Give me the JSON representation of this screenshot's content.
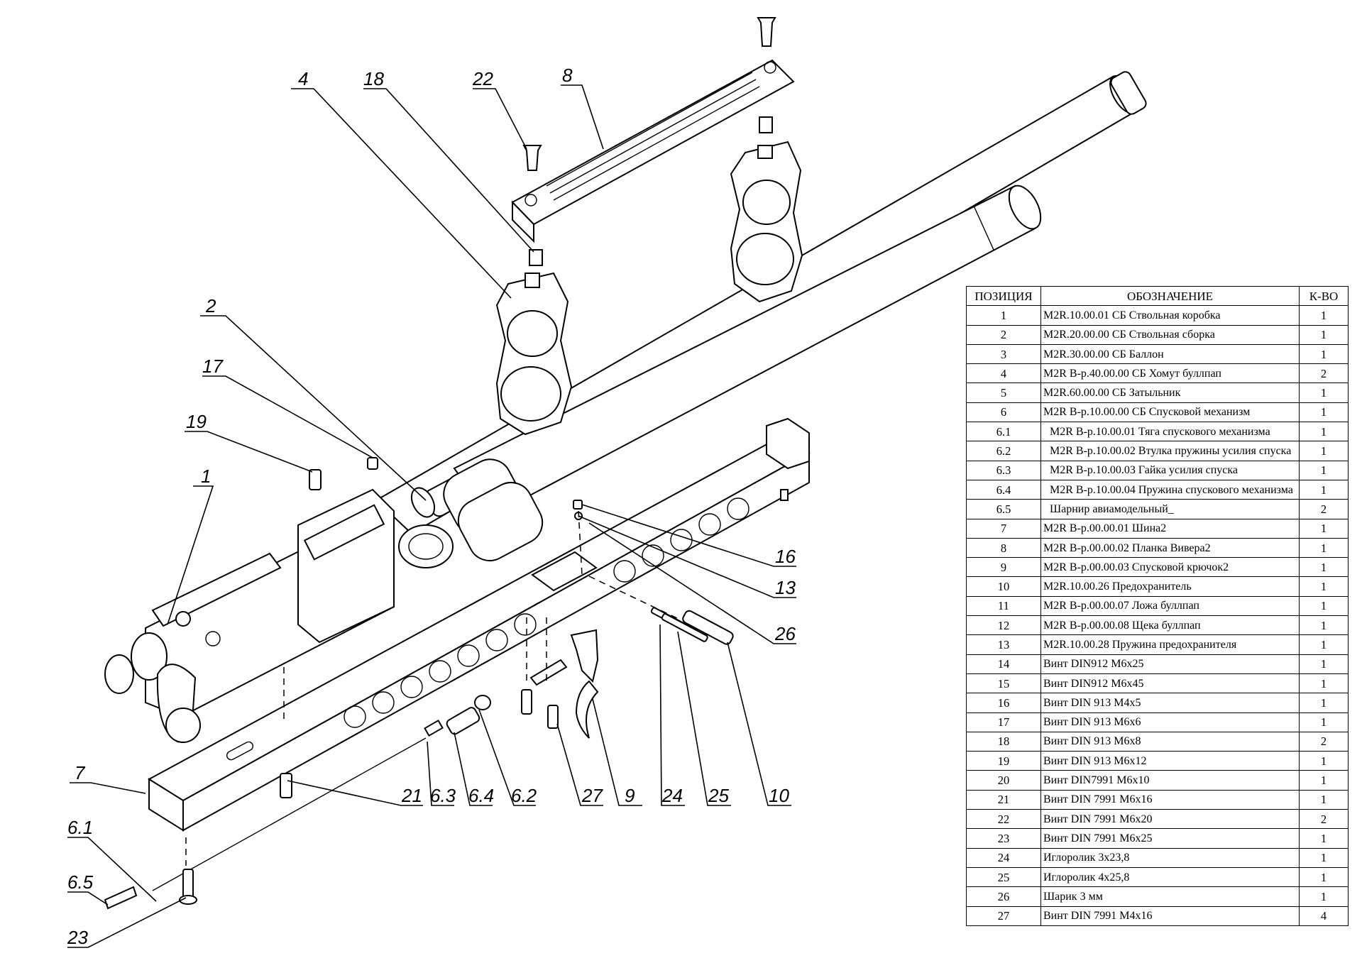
{
  "diagram": {
    "callouts": [
      "1",
      "2",
      "4",
      "6.1",
      "6.2",
      "6.3",
      "6.4",
      "6.5",
      "7",
      "8",
      "9",
      "10",
      "13",
      "16",
      "17",
      "18",
      "19",
      "21",
      "22",
      "23",
      "24",
      "25",
      "26",
      "27"
    ]
  },
  "table": {
    "headers": [
      "ПОЗИЦИЯ",
      "ОБОЗНАЧЕНИЕ",
      "К-ВО"
    ],
    "rows": [
      {
        "pos": "1",
        "name": "M2R.10.00.01 СБ Ствольная коробка",
        "qty": "1"
      },
      {
        "pos": "2",
        "name": "M2R.20.00.00 СБ Ствольная сборка",
        "qty": "1"
      },
      {
        "pos": "3",
        "name": "M2R.30.00.00 СБ Баллон",
        "qty": "1"
      },
      {
        "pos": "4",
        "name": "M2R В-р.40.00.00 СБ Хомут буллпап",
        "qty": "2"
      },
      {
        "pos": "5",
        "name": "M2R.60.00.00 СБ Затыльник",
        "qty": "1"
      },
      {
        "pos": "6",
        "name": "M2R В-р.10.00.00 СБ Спусковой механизм",
        "qty": "1"
      },
      {
        "pos": "6.1",
        "name": "M2R В-р.10.00.01 Тяга спускового механизма",
        "qty": "1"
      },
      {
        "pos": "6.2",
        "name": "M2R В-р.10.00.02 Втулка пружины усилия спуска",
        "qty": "1"
      },
      {
        "pos": "6.3",
        "name": "M2R В-р.10.00.03 Гайка усилия спуска",
        "qty": "1"
      },
      {
        "pos": "6.4",
        "name": "M2R В-р.10.00.04 Пружина спускового механизма",
        "qty": "1"
      },
      {
        "pos": "6.5",
        "name": "Шарнир авиамодельный_",
        "qty": "2"
      },
      {
        "pos": "7",
        "name": "M2R В-р.00.00.01 Шина2",
        "qty": "1"
      },
      {
        "pos": "8",
        "name": "M2R В-р.00.00.02 Планка Вивера2",
        "qty": "1"
      },
      {
        "pos": "9",
        "name": "M2R В-р.00.00.03 Спусковой крючок2",
        "qty": "1"
      },
      {
        "pos": "10",
        "name": "M2R.10.00.26 Предохранитель",
        "qty": "1"
      },
      {
        "pos": "11",
        "name": "M2R В-р.00.00.07 Ложа буллпап",
        "qty": "1"
      },
      {
        "pos": "12",
        "name": "M2R В-р.00.00.08 Щека буллпап",
        "qty": "1"
      },
      {
        "pos": "13",
        "name": "M2R.10.00.28 Пружина предохранителя",
        "qty": "1"
      },
      {
        "pos": "14",
        "name": "Винт DIN912 М6х25",
        "qty": "1"
      },
      {
        "pos": "15",
        "name": "Винт DIN912 М6х45",
        "qty": "1"
      },
      {
        "pos": "16",
        "name": "Винт DIN 913 М4х5",
        "qty": "1"
      },
      {
        "pos": "17",
        "name": "Винт DIN 913 М6х6",
        "qty": "1"
      },
      {
        "pos": "18",
        "name": "Винт DIN 913 М6х8",
        "qty": "2"
      },
      {
        "pos": "19",
        "name": "Винт DIN 913 М6х12",
        "qty": "1"
      },
      {
        "pos": "20",
        "name": "Винт DIN7991 М6х10",
        "qty": "1"
      },
      {
        "pos": "21",
        "name": "Винт DIN 7991 М6х16",
        "qty": "1"
      },
      {
        "pos": "22",
        "name": "Винт DIN 7991 М6х20",
        "qty": "2"
      },
      {
        "pos": "23",
        "name": "Винт DIN 7991 М6х25",
        "qty": "1"
      },
      {
        "pos": "24",
        "name": "Иглоролик 3х23,8",
        "qty": "1"
      },
      {
        "pos": "25",
        "name": "Иглоролик 4х25,8",
        "qty": "1"
      },
      {
        "pos": "26",
        "name": "Шарик 3 мм",
        "qty": "1"
      },
      {
        "pos": "27",
        "name": "Винт DIN 7991 М4х16",
        "qty": "4"
      }
    ]
  }
}
